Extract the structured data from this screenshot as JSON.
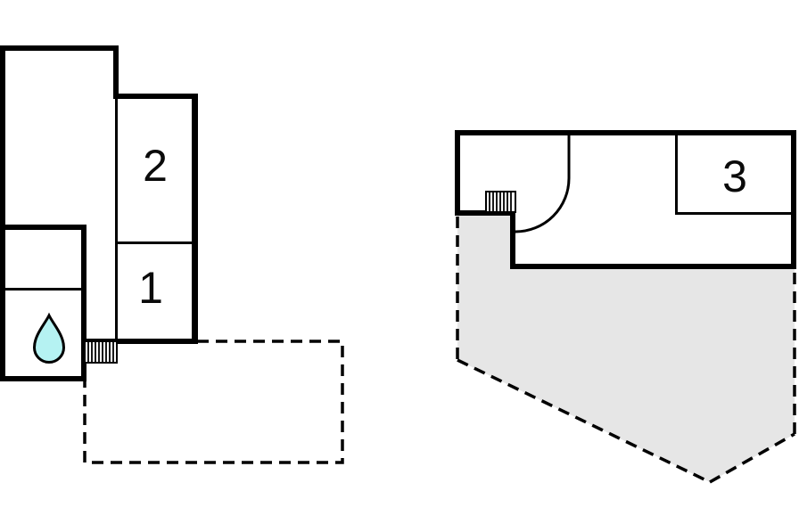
{
  "palette": {
    "background": "#ffffff",
    "wall": "#000000",
    "terrace_fill": "#e6e6e6",
    "dash_color": "#000000",
    "stairs_fill": "#ffffff",
    "water_drop_fill": "#b5f2f2",
    "label_color": "#0a0a0a"
  },
  "left_unit": {
    "rooms": [
      {
        "label": "2"
      },
      {
        "label": "1"
      }
    ],
    "icons": [
      {
        "name": "water-drop-icon"
      },
      {
        "name": "stairs-icon"
      }
    ]
  },
  "right_unit": {
    "rooms": [
      {
        "label": "3"
      }
    ],
    "icons": [
      {
        "name": "stairs-icon"
      }
    ]
  }
}
